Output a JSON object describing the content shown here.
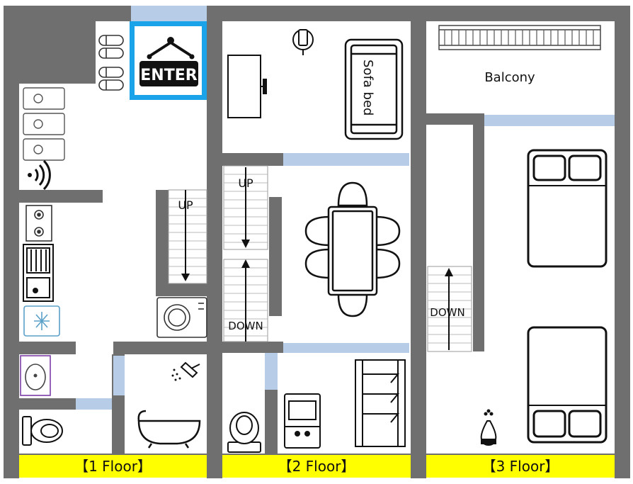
{
  "title": "",
  "floors": [
    {
      "label": "【1 Floor】"
    },
    {
      "label": "【2 Floor】"
    },
    {
      "label": "【3 Floor】"
    }
  ],
  "rooms": {
    "balcony": "Balcony",
    "sofa_bed": "Sofa bed"
  },
  "stairs": {
    "floor1_up": "UP",
    "floor2_up": "UP",
    "floor2_down": "DOWN",
    "floor3_down": "DOWN"
  },
  "sign": {
    "enter": "ENTER"
  },
  "icons": [
    "slippers-icon",
    "enter-sign-icon",
    "laundry-bag-icon",
    "wifi-icon",
    "stove-icon",
    "sink-icon",
    "fridge-icon",
    "washing-machine-icon",
    "washbasin-icon",
    "toilet-icon",
    "bathtub-icon",
    "shower-icon",
    "tv-icon",
    "phone-charger-icon",
    "sofa-bed-icon",
    "dining-table-icon",
    "arcade-machine-icon",
    "drying-rack-icon",
    "bed-icon",
    "humidifier-icon",
    "balcony-railing-icon"
  ],
  "colors": {
    "wall": "#6f6f6f",
    "door": "#b7cce6",
    "label_band": "#ffff00",
    "enter_frame": "#1aa3e8",
    "storage": "#6f6f6f"
  }
}
